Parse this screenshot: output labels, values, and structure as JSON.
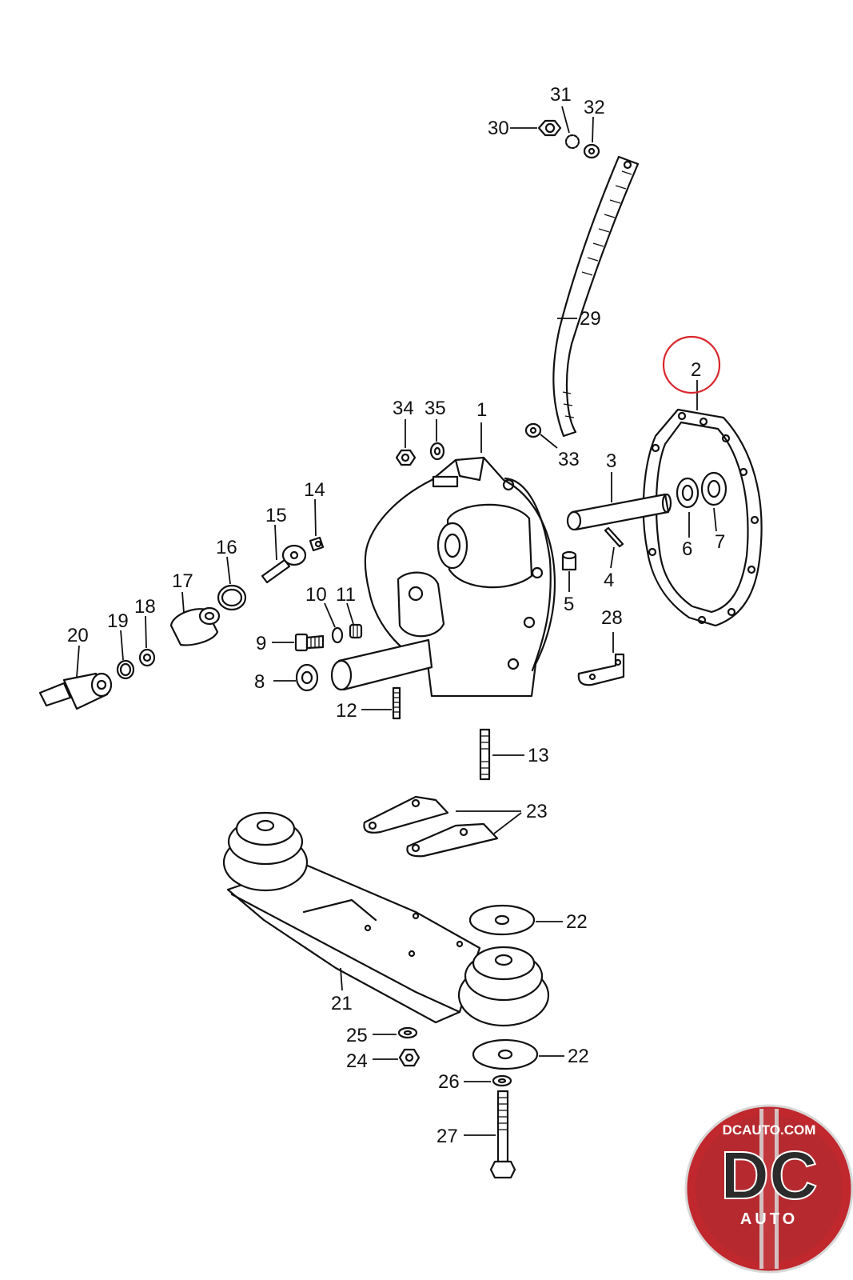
{
  "callouts": {
    "c1": "1",
    "c2": "2",
    "c3": "3",
    "c4": "4",
    "c5": "5",
    "c6": "6",
    "c7": "7",
    "c8": "8",
    "c9": "9",
    "c10": "10",
    "c11": "11",
    "c12": "12",
    "c13": "13",
    "c14": "14",
    "c15": "15",
    "c16": "16",
    "c17": "17",
    "c18": "18",
    "c19": "19",
    "c20": "20",
    "c21": "21",
    "c22a": "22",
    "c22b": "22",
    "c23": "23",
    "c24": "24",
    "c25": "25",
    "c26": "26",
    "c27": "27",
    "c28": "28",
    "c29": "29",
    "c30": "30",
    "c31": "31",
    "c32": "32",
    "c33": "33",
    "c34": "34",
    "c35": "35"
  },
  "logo": {
    "site": "DCAUTO.COM",
    "letters": "DC",
    "sub": "AUTO"
  },
  "colors": {
    "highlight": "#d9262c",
    "logo_red": "#c0282e",
    "logo_dark": "#2b2b2b"
  }
}
